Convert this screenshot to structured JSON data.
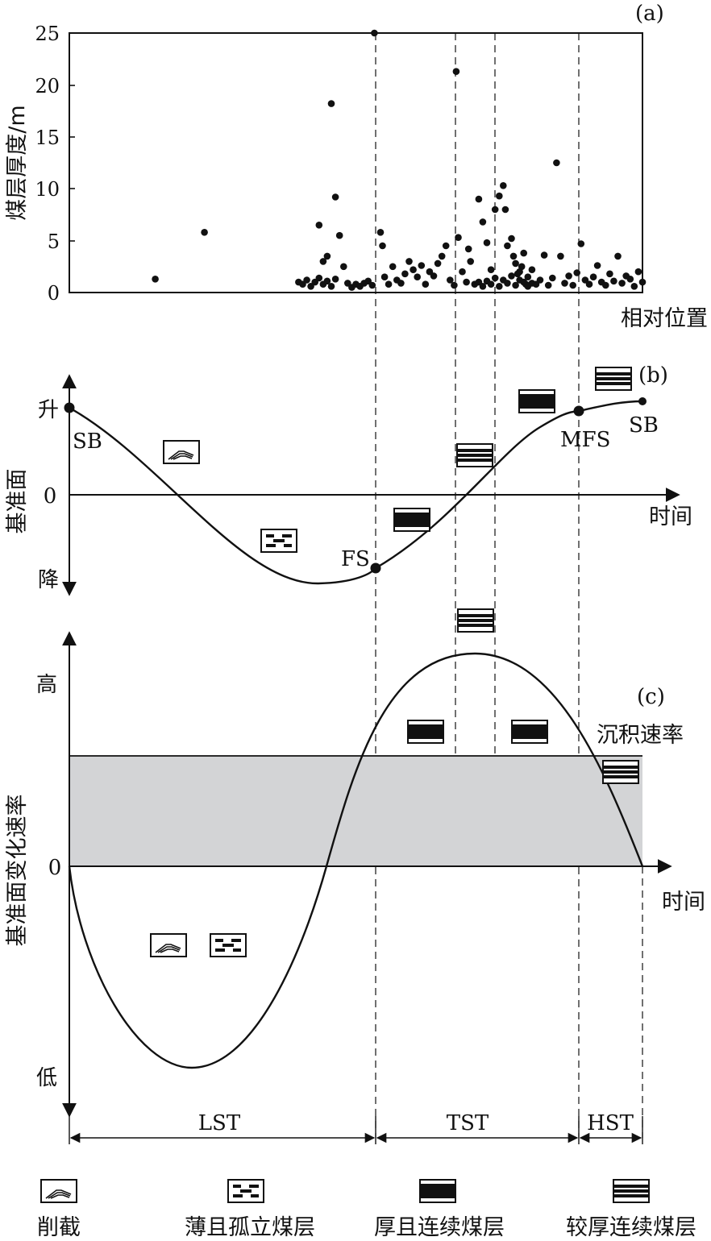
{
  "panel_a": {
    "label": "(a)",
    "ylabel": "煤层厚度/m",
    "xlabel": "相对位置",
    "yticks": [
      "0",
      "5",
      "10",
      "15",
      "20",
      "25"
    ],
    "chart_data": {
      "type": "scatter",
      "ylabel": "煤层厚度/m",
      "xlabel": "相对位置",
      "ylim": [
        0,
        25
      ],
      "xlim": [
        0,
        100
      ],
      "points": [
        [
          21,
          1.3
        ],
        [
          33,
          5.8
        ],
        [
          56,
          1
        ],
        [
          57,
          0.8
        ],
        [
          58,
          1.2
        ],
        [
          59,
          0.6
        ],
        [
          60,
          1
        ],
        [
          61,
          1.4
        ],
        [
          62,
          0.8
        ],
        [
          63,
          1.1
        ],
        [
          64,
          0.6
        ],
        [
          65,
          1.3
        ],
        [
          61,
          6.5
        ],
        [
          62,
          3
        ],
        [
          63,
          3.5
        ],
        [
          64,
          18.2
        ],
        [
          65,
          9.2
        ],
        [
          66,
          5.5
        ],
        [
          67,
          2.5
        ],
        [
          68,
          0.9
        ],
        [
          69,
          0.5
        ],
        [
          70,
          0.8
        ],
        [
          71,
          0.6
        ],
        [
          72,
          0.9
        ],
        [
          73,
          1.1
        ],
        [
          74,
          0.7
        ],
        [
          74.5,
          25
        ],
        [
          76,
          5.8
        ],
        [
          76.5,
          4.5
        ],
        [
          77,
          1.5
        ],
        [
          78,
          0.8
        ],
        [
          79,
          2.5
        ],
        [
          80,
          1.2
        ],
        [
          81,
          0.9
        ],
        [
          82,
          1.8
        ],
        [
          83,
          3
        ],
        [
          84,
          2.2
        ],
        [
          85,
          1.5
        ],
        [
          86,
          2.6
        ],
        [
          87,
          0.8
        ],
        [
          88,
          2
        ],
        [
          89,
          1.6
        ],
        [
          90,
          2.8
        ],
        [
          91,
          3.5
        ],
        [
          92,
          4.5
        ],
        [
          93,
          1.2
        ],
        [
          94,
          0.7
        ],
        [
          94.5,
          21.3
        ],
        [
          95,
          5.3
        ],
        [
          96,
          2
        ],
        [
          97,
          1
        ],
        [
          97.5,
          4.2
        ],
        [
          98,
          3
        ],
        [
          99,
          0.8
        ],
        [
          100,
          9
        ],
        [
          101,
          6.8
        ],
        [
          102,
          4.8
        ],
        [
          103,
          2.2
        ],
        [
          104,
          8
        ],
        [
          105,
          9.3
        ],
        [
          106,
          10.3
        ],
        [
          106.5,
          8
        ],
        [
          107,
          4.5
        ],
        [
          108,
          5.2
        ],
        [
          108.5,
          3.5
        ],
        [
          109,
          2.8
        ],
        [
          109.5,
          1.8
        ],
        [
          110,
          1.2
        ],
        [
          110.5,
          2.5
        ],
        [
          111,
          3.8
        ],
        [
          111.5,
          0.8
        ],
        [
          112,
          1.5
        ],
        [
          113,
          0.9
        ],
        [
          100,
          1
        ],
        [
          101,
          0.6
        ],
        [
          102,
          1.1
        ],
        [
          103,
          0.8
        ],
        [
          104,
          1.4
        ],
        [
          105,
          0.6
        ],
        [
          106,
          1.2
        ],
        [
          107,
          0.9
        ],
        [
          108,
          1.6
        ],
        [
          109,
          0.7
        ],
        [
          110,
          2
        ],
        [
          111,
          1
        ],
        [
          112,
          0.6
        ],
        [
          113,
          2.2
        ],
        [
          114,
          0.8
        ],
        [
          115,
          1.2
        ],
        [
          116,
          3.6
        ],
        [
          117,
          0.7
        ],
        [
          118,
          1.4
        ],
        [
          119,
          12.5
        ],
        [
          120,
          3.5
        ],
        [
          121,
          0.9
        ],
        [
          122,
          1.6
        ],
        [
          123,
          0.7
        ],
        [
          124,
          1.9
        ],
        [
          125,
          4.7
        ],
        [
          126,
          1.2
        ],
        [
          127,
          0.8
        ],
        [
          128,
          1.5
        ],
        [
          129,
          2.6
        ],
        [
          130,
          1
        ],
        [
          131,
          0.7
        ],
        [
          132,
          1.8
        ],
        [
          133,
          1.1
        ],
        [
          134,
          3.5
        ],
        [
          135,
          0.9
        ],
        [
          136,
          1.6
        ],
        [
          137,
          1.3
        ],
        [
          138,
          0.6
        ],
        [
          139,
          2
        ],
        [
          140,
          1
        ]
      ]
    }
  },
  "panel_b": {
    "label": "(b)",
    "ylabel": "基准面",
    "y_up": "升",
    "y_zero": "0",
    "y_down": "降",
    "xlabel": "时间",
    "points": {
      "sb_left": "SB",
      "fs": "FS",
      "mfs": "MFS",
      "sb_right": "SB"
    }
  },
  "panel_c": {
    "label": "(c)",
    "ylabel": "基准面变化速率",
    "y_high": "高",
    "y_zero": "0",
    "y_low": "低",
    "xlabel": "时间",
    "band_label": "沉积速率"
  },
  "tracts": {
    "lst": "LST",
    "tst": "TST",
    "hst": "HST"
  },
  "legend": {
    "truncation": "削截",
    "thin_isolated": "薄且孤立煤层",
    "thick_continuous": "厚且连续煤层",
    "thicker_continuous": "较厚连续煤层"
  },
  "colors": {
    "band": "#d3d4d6",
    "ink": "#111111"
  }
}
